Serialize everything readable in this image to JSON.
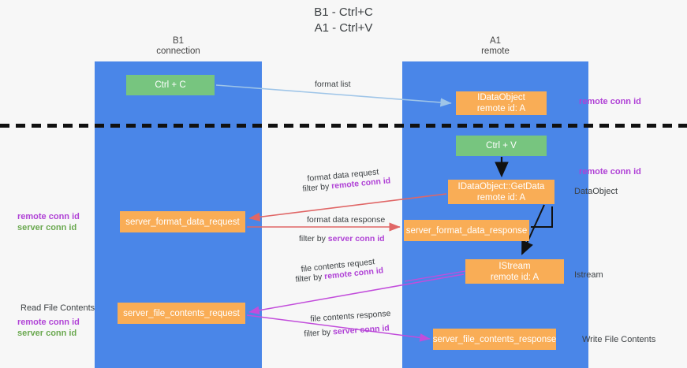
{
  "title": {
    "line1": "B1 - Ctrl+C",
    "line2": "A1 - Ctrl+V"
  },
  "lanes": [
    {
      "name": "B1",
      "subtitle": "connection"
    },
    {
      "name": "A1",
      "subtitle": "remote"
    }
  ],
  "nodes": {
    "ctrl_c": {
      "label": "Ctrl + C"
    },
    "idataobject": {
      "line1": "IDataObject",
      "line2": "remote id: A"
    },
    "ctrl_v": {
      "label": "Ctrl + V"
    },
    "getdata": {
      "line1": "IDataObject::GetData",
      "line2": "remote id: A"
    },
    "server_format_data_request": {
      "label": "server_format_data_request"
    },
    "server_format_data_response": {
      "label": "server_format_data_response"
    },
    "istream": {
      "line1": "IStream",
      "line2": "remote id: A"
    },
    "server_file_contents_request": {
      "label": "server_file_contents_request"
    },
    "server_file_contents_response": {
      "label": "server_file_contents_response"
    }
  },
  "edge_labels": {
    "format_list": "format list",
    "format_data_request": "format data request",
    "filter_by": "filter by ",
    "remote_conn_id": "remote conn id",
    "server_conn_id": "server conn id",
    "format_data_response": "format data response",
    "file_contents_request": "file contents request",
    "file_contents_response": "file contents response"
  },
  "annotations": {
    "right_remote_conn_id_top": "remote conn id",
    "right_remote_conn_id_mid": "remote conn id",
    "data_object": "DataObject",
    "istream": "Istream",
    "write_file_contents": "Write File Contents",
    "read_file_contents": "Read File Contents",
    "left_remote_conn_id_mid": "remote conn id",
    "left_server_conn_id_mid": "server conn id",
    "left_remote_conn_id_bottom": "remote conn id",
    "left_server_conn_id_bottom": "server conn id"
  },
  "colors": {
    "lane": "#4a86e8",
    "green_node": "#77c57f",
    "orange_node": "#f9ad56",
    "magenta": "#b042d6",
    "green_text": "#6aa84f",
    "arrow_blue": "#9fc5e8",
    "arrow_red": "#e06666",
    "arrow_magenta": "#c24ddb",
    "arrow_black": "#111111",
    "background": "#f7f7f7"
  }
}
